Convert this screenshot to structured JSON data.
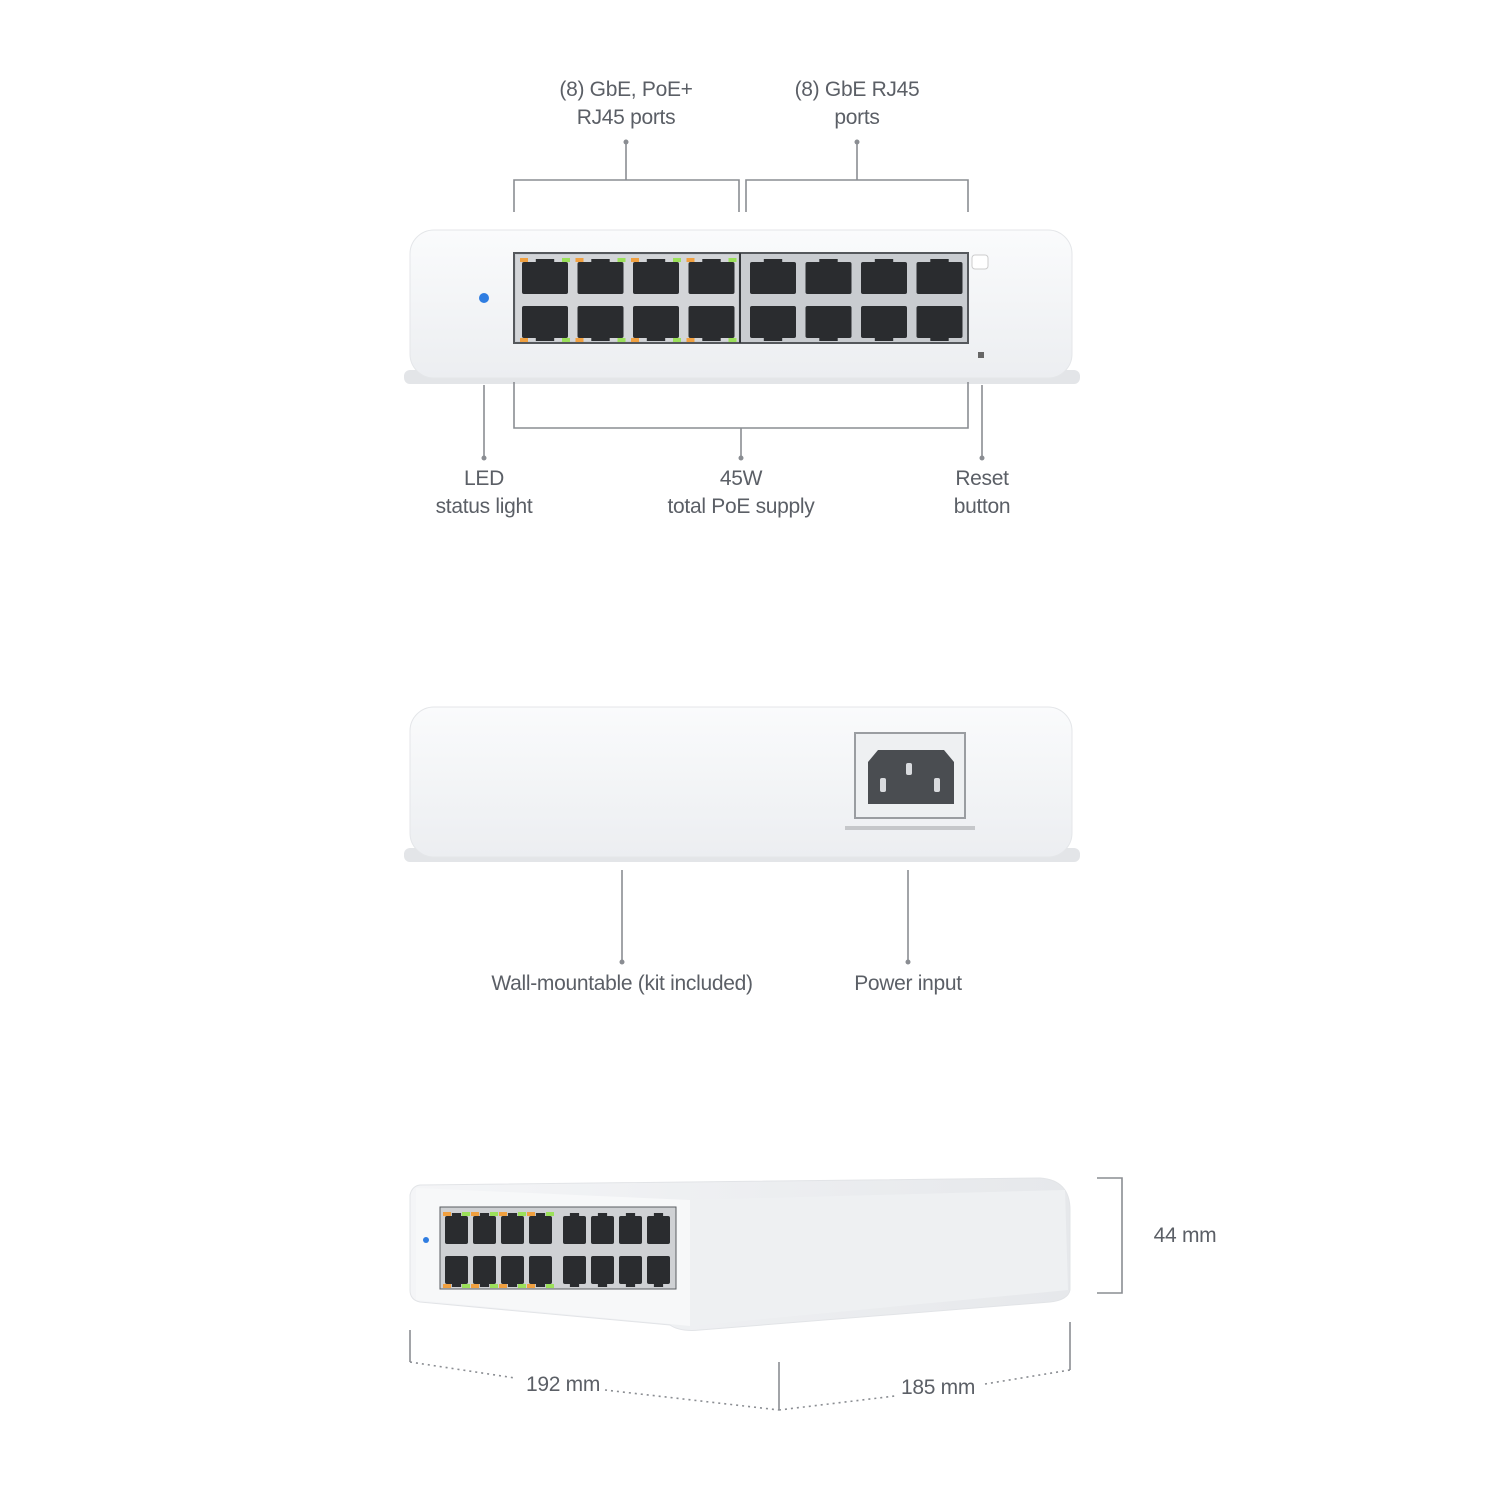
{
  "front_view": {
    "callouts": {
      "poe_ports": [
        "(8) GbE, PoE+",
        "RJ45 ports"
      ],
      "gbe_ports": [
        "(8) GbE RJ45",
        "ports"
      ],
      "led": [
        "LED",
        "status light"
      ],
      "poe_supply": [
        "45W",
        "total PoE supply"
      ],
      "reset": [
        "Reset",
        "button"
      ]
    },
    "poe_port_count": 8,
    "gbe_port_count": 8
  },
  "rear_view": {
    "callouts": {
      "wall_mount": "Wall-mountable (kit included)",
      "power_input": "Power input"
    }
  },
  "dimensions": {
    "height": "44 mm",
    "width": "192 mm",
    "depth": "185 mm"
  },
  "colors": {
    "led_blue": "#2f7de1",
    "poe_led_orange": "#f0a040",
    "link_led_green": "#9be05a",
    "callout_line": "#8a8d92",
    "label_text": "#5b5f66"
  }
}
